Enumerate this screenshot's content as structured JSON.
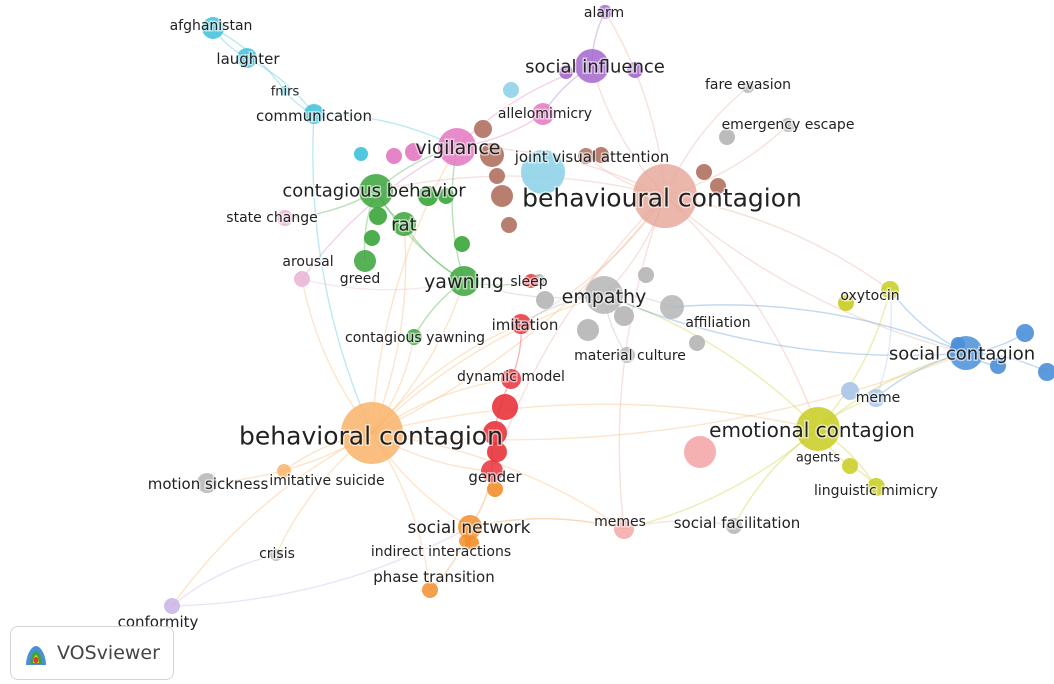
{
  "brand": {
    "name": "VOSviewer"
  },
  "colors": {
    "c1": "#e8333b",
    "c2": "#3aa53a",
    "c3": "#4a8fd8",
    "c4": "#c8cc20",
    "c5": "#a566cc",
    "c6": "#3ec1dc",
    "c7": "#f28e2b",
    "c8": "#b07060",
    "c9": "#e377c2",
    "c10": "#f4a8a8",
    "c11": "#b5b5b5",
    "c12": "#f9b46a",
    "c13": "#e8b4d4",
    "c14": "#a9c4ea",
    "c15": "#c9b3e6",
    "c16": "#e8a99c",
    "c17": "#8fd3e8"
  },
  "nodes": [
    {
      "id": "behavioral-contagion",
      "label": "behavioral contagion",
      "cluster": "c12"
    },
    {
      "id": "behavioural-contagion",
      "label": "behavioural contagion",
      "cluster": "c16"
    },
    {
      "id": "social-contagion",
      "label": "social contagion",
      "cluster": "c3"
    },
    {
      "id": "emotional-contagion",
      "label": "emotional contagion",
      "cluster": "c4"
    },
    {
      "id": "empathy",
      "label": "empathy",
      "cluster": "c11"
    },
    {
      "id": "yawning",
      "label": "yawning",
      "cluster": "c2"
    },
    {
      "id": "vigilance",
      "label": "vigilance",
      "cluster": "c9"
    },
    {
      "id": "social-influence",
      "label": "social influence",
      "cluster": "c5"
    },
    {
      "id": "contagious-behavior",
      "label": "contagious behavior",
      "cluster": "c2"
    },
    {
      "id": "rat",
      "label": "rat",
      "cluster": "c2"
    },
    {
      "id": "social-network",
      "label": "social network",
      "cluster": "c7"
    },
    {
      "id": "phase-transition",
      "label": "phase transition",
      "cluster": "c7"
    },
    {
      "id": "indirect-interactions",
      "label": "indirect interactions",
      "cluster": "c7"
    },
    {
      "id": "imitation",
      "label": "imitation",
      "cluster": "c1"
    },
    {
      "id": "dynamic-model",
      "label": "dynamic model",
      "cluster": "c1"
    },
    {
      "id": "gender",
      "label": "gender",
      "cluster": "c1"
    },
    {
      "id": "sleep",
      "label": "sleep",
      "cluster": "c1"
    },
    {
      "id": "motion-sickness",
      "label": "motion sickness",
      "cluster": "c11"
    },
    {
      "id": "imitative-suicide",
      "label": "imitative suicide",
      "cluster": "c12"
    },
    {
      "id": "crisis",
      "label": "crisis",
      "cluster": "c11"
    },
    {
      "id": "conformity",
      "label": "conformity",
      "cluster": "c15"
    },
    {
      "id": "memes",
      "label": "memes",
      "cluster": "c10"
    },
    {
      "id": "social-facilitation",
      "label": "social facilitation",
      "cluster": "c11"
    },
    {
      "id": "agents",
      "label": "agents",
      "cluster": "c4"
    },
    {
      "id": "linguistic-mimicry",
      "label": "linguistic mimicry",
      "cluster": "c4"
    },
    {
      "id": "oxytocin",
      "label": "oxytocin",
      "cluster": "c4"
    },
    {
      "id": "meme",
      "label": "meme",
      "cluster": "c14"
    },
    {
      "id": "affiliation",
      "label": "affiliation",
      "cluster": "c11"
    },
    {
      "id": "material-culture",
      "label": "material culture",
      "cluster": "c11"
    },
    {
      "id": "contagious-yawning",
      "label": "contagious yawning",
      "cluster": "c2"
    },
    {
      "id": "greed",
      "label": "greed",
      "cluster": "c2"
    },
    {
      "id": "arousal",
      "label": "arousal",
      "cluster": "c13"
    },
    {
      "id": "state-change",
      "label": "state change",
      "cluster": "c13"
    },
    {
      "id": "joint-visual-attention",
      "label": "joint visual attention",
      "cluster": "c8"
    },
    {
      "id": "allelomimicry",
      "label": "allelomimicry",
      "cluster": "c9"
    },
    {
      "id": "alarm",
      "label": "alarm",
      "cluster": "c5"
    },
    {
      "id": "fare-evasion",
      "label": "fare evasion",
      "cluster": "c11"
    },
    {
      "id": "emergency-escape",
      "label": "emergency escape",
      "cluster": "c11"
    },
    {
      "id": "communication",
      "label": "communication",
      "cluster": "c6"
    },
    {
      "id": "fnirs",
      "label": "fnirs",
      "cluster": "c6"
    },
    {
      "id": "laughter",
      "label": "laughter",
      "cluster": "c6"
    },
    {
      "id": "afghanistan",
      "label": "afghanistan",
      "cluster": "c6"
    }
  ],
  "extra_nodes": [
    {
      "id": "n-sc-1",
      "cluster": "c3"
    },
    {
      "id": "n-sc-2",
      "cluster": "c3"
    },
    {
      "id": "n-sc-3",
      "cluster": "c3"
    },
    {
      "id": "n-sc-4",
      "cluster": "c3"
    },
    {
      "id": "n-meme-1",
      "cluster": "c14"
    },
    {
      "id": "n-ox-1",
      "cluster": "c4"
    },
    {
      "id": "n-aff-1",
      "cluster": "c11"
    },
    {
      "id": "n-emp-1",
      "cluster": "c11"
    },
    {
      "id": "n-emp-2",
      "cluster": "c11"
    },
    {
      "id": "n-emp-3",
      "cluster": "c11"
    },
    {
      "id": "n-emp-4",
      "cluster": "c11"
    },
    {
      "id": "n-red-1",
      "cluster": "c1"
    },
    {
      "id": "n-red-2",
      "cluster": "c1"
    },
    {
      "id": "n-red-3",
      "cluster": "c1"
    },
    {
      "id": "n-or-1",
      "cluster": "c7"
    },
    {
      "id": "n-or-2",
      "cluster": "c7"
    },
    {
      "id": "n-br-1",
      "cluster": "c8"
    },
    {
      "id": "n-br-2",
      "cluster": "c8"
    },
    {
      "id": "n-br-3",
      "cluster": "c8"
    },
    {
      "id": "n-br-4",
      "cluster": "c8"
    },
    {
      "id": "n-br-5",
      "cluster": "c8"
    },
    {
      "id": "n-br-6",
      "cluster": "c8"
    },
    {
      "id": "n-br-7",
      "cluster": "c8"
    },
    {
      "id": "n-br-8",
      "cluster": "c8"
    },
    {
      "id": "n-gr-1",
      "cluster": "c2"
    },
    {
      "id": "n-gr-2",
      "cluster": "c2"
    },
    {
      "id": "n-gr-3",
      "cluster": "c2"
    },
    {
      "id": "n-gr-4",
      "cluster": "c2"
    },
    {
      "id": "n-gr-5",
      "cluster": "c2"
    },
    {
      "id": "n-pk-1",
      "cluster": "c9"
    },
    {
      "id": "n-pk-2",
      "cluster": "c9"
    },
    {
      "id": "n-cy-1",
      "cluster": "c6"
    },
    {
      "id": "n-cy-2",
      "cluster": "c17"
    },
    {
      "id": "n-cy-3",
      "cluster": "c17"
    },
    {
      "id": "n-pu-1",
      "cluster": "c5"
    },
    {
      "id": "n-pu-2",
      "cluster": "c5"
    },
    {
      "id": "n-gy-1",
      "cluster": "c11"
    },
    {
      "id": "n-gy-2",
      "cluster": "c11"
    },
    {
      "id": "n-pkm-1",
      "cluster": "c10"
    },
    {
      "id": "n-conf-1",
      "cluster": "c15"
    }
  ],
  "edges": [
    [
      "behavioral-contagion",
      "behavioural-contagion"
    ],
    [
      "behavioral-contagion",
      "emotional-contagion"
    ],
    [
      "behavioral-contagion",
      "social-network"
    ],
    [
      "behavioral-contagion",
      "imitation"
    ],
    [
      "behavioral-contagion",
      "yawning"
    ],
    [
      "behavioral-contagion",
      "empathy"
    ],
    [
      "behavioral-contagion",
      "conformity"
    ],
    [
      "behavioral-contagion",
      "motion-sickness"
    ],
    [
      "behavioral-contagion",
      "gender"
    ],
    [
      "behavioral-contagion",
      "dynamic-model"
    ],
    [
      "behavioral-contagion",
      "contagious-yawning"
    ],
    [
      "behavioral-contagion",
      "memes"
    ],
    [
      "behavioral-contagion",
      "crisis"
    ],
    [
      "behavioral-contagion",
      "phase-transition"
    ],
    [
      "behavioral-contagion",
      "rat"
    ],
    [
      "behavioral-contagion",
      "vigilance"
    ],
    [
      "behavioral-contagion",
      "social-contagion"
    ],
    [
      "behavioral-contagion",
      "arousal"
    ],
    [
      "behavioral-contagion",
      "imitative-suicide"
    ],
    [
      "behavioural-contagion",
      "social-influence"
    ],
    [
      "behavioural-contagion",
      "vigilance"
    ],
    [
      "behavioural-contagion",
      "empathy"
    ],
    [
      "behavioural-contagion",
      "social-contagion"
    ],
    [
      "behavioural-contagion",
      "emotional-contagion"
    ],
    [
      "behavioural-contagion",
      "memes"
    ],
    [
      "behavioural-contagion",
      "fare-evasion"
    ],
    [
      "behavioural-contagion",
      "emergency-escape"
    ],
    [
      "behavioural-contagion",
      "joint-visual-attention"
    ],
    [
      "behavioural-contagion",
      "alarm"
    ],
    [
      "behavioural-contagion",
      "imitation"
    ],
    [
      "behavioural-contagion",
      "contagious-behavior"
    ],
    [
      "behavioural-contagion",
      "oxytocin"
    ],
    [
      "behavioural-contagion",
      "gender"
    ],
    [
      "emotional-contagion",
      "social-contagion"
    ],
    [
      "emotional-contagion",
      "agents"
    ],
    [
      "emotional-contagion",
      "linguistic-mimicry"
    ],
    [
      "emotional-contagion",
      "empathy"
    ],
    [
      "emotional-contagion",
      "meme"
    ],
    [
      "emotional-contagion",
      "oxytocin"
    ],
    [
      "emotional-contagion",
      "memes"
    ],
    [
      "emotional-contagion",
      "social-facilitation"
    ],
    [
      "social-contagion",
      "oxytocin"
    ],
    [
      "social-contagion",
      "meme"
    ],
    [
      "social-contagion",
      "empathy"
    ],
    [
      "social-contagion",
      "n-sc-1"
    ],
    [
      "social-contagion",
      "n-sc-2"
    ],
    [
      "social-contagion",
      "n-sc-3"
    ],
    [
      "social-contagion",
      "n-sc-4"
    ],
    [
      "social-contagion",
      "affiliation"
    ],
    [
      "empathy",
      "yawning"
    ],
    [
      "empathy",
      "imitation"
    ],
    [
      "empathy",
      "affiliation"
    ],
    [
      "empathy",
      "material-culture"
    ],
    [
      "yawning",
      "contagious-behavior"
    ],
    [
      "yawning",
      "contagious-yawning"
    ],
    [
      "yawning",
      "rat"
    ],
    [
      "yawning",
      "sleep"
    ],
    [
      "yawning",
      "vigilance"
    ],
    [
      "contagious-behavior",
      "rat"
    ],
    [
      "contagious-behavior",
      "vigilance"
    ],
    [
      "contagious-behavior",
      "greed"
    ],
    [
      "contagious-behavior",
      "state-change"
    ],
    [
      "vigilance",
      "allelomimicry"
    ],
    [
      "vigilance",
      "social-influence"
    ],
    [
      "vigilance",
      "arousal"
    ],
    [
      "social-influence",
      "alarm"
    ],
    [
      "social-influence",
      "allelomimicry"
    ],
    [
      "social-network",
      "phase-transition"
    ],
    [
      "social-network",
      "indirect-interactions"
    ],
    [
      "social-network",
      "memes"
    ],
    [
      "social-network",
      "gender"
    ],
    [
      "imitation",
      "dynamic-model"
    ],
    [
      "dynamic-model",
      "gender"
    ],
    [
      "communication",
      "fnirs"
    ],
    [
      "communication",
      "laughter"
    ],
    [
      "laughter",
      "afghanistan"
    ],
    [
      "fnirs",
      "afghanistan"
    ],
    [
      "communication",
      "vigilance"
    ],
    [
      "communication",
      "behavioral-contagion"
    ],
    [
      "conformity",
      "crisis"
    ],
    [
      "conformity",
      "social-network"
    ],
    [
      "memes",
      "social-facilitation"
    ],
    [
      "meme",
      "oxytocin"
    ],
    [
      "agents",
      "linguistic-mimicry"
    ],
    [
      "arousal",
      "yawning"
    ]
  ]
}
